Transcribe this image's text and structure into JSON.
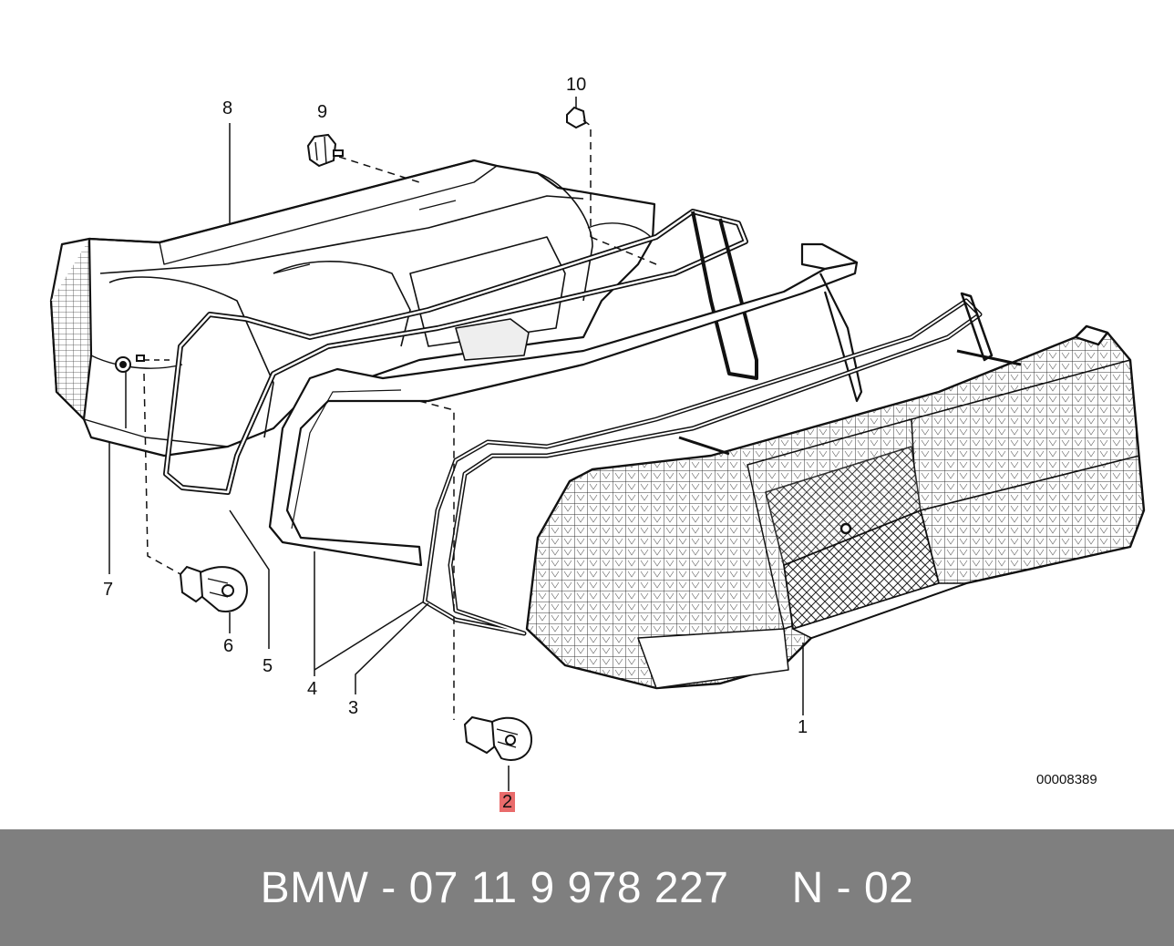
{
  "diagram": {
    "callouts": [
      {
        "id": "1",
        "label": "1"
      },
      {
        "id": "2",
        "label": "2",
        "highlighted": true
      },
      {
        "id": "3",
        "label": "3"
      },
      {
        "id": "4",
        "label": "4"
      },
      {
        "id": "5",
        "label": "5"
      },
      {
        "id": "6",
        "label": "6"
      },
      {
        "id": "7",
        "label": "7"
      },
      {
        "id": "8",
        "label": "8"
      },
      {
        "id": "9",
        "label": "9"
      },
      {
        "id": "10",
        "label": "10"
      }
    ],
    "document_code": "00008389",
    "highlight_color": "#e96b6b"
  },
  "footer": {
    "text": "BMW - 07 11 9 978 227     N - 02",
    "background": "#7f7f7f"
  }
}
